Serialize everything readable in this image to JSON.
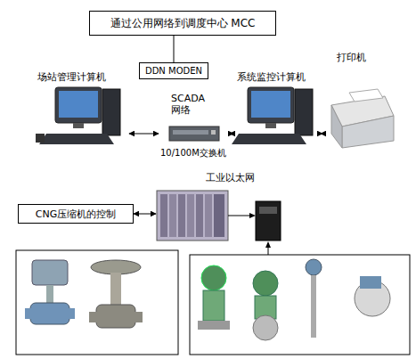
{
  "diagram": {
    "nodes": [
      {
        "text": [
          "通过公用网络到调度中心 MCC"
        ]
      },
      {
        "text": [
          "DDN MODEN"
        ]
      },
      {
        "text": [
          "场站管理计算机"
        ]
      },
      {
        "text": [
          "10/100M交换机"
        ]
      },
      {
        "text": [
          "系统监控计算机"
        ]
      },
      {
        "text": [
          "打印机"
        ]
      },
      {
        "text": [
          "CNG压缩机的控制"
        ]
      },
      {
        "text": [
          "工业以太网"
        ]
      }
    ],
    "edges": [
      {
        "from": 1,
        "to": 0,
        "arrow": "none"
      },
      {
        "from": 2,
        "to": 3,
        "arrow": "both"
      },
      {
        "from": 3,
        "to": 4,
        "arrow": "both"
      },
      {
        "from": 4,
        "to": 5,
        "arrow": "both"
      },
      {
        "from": 6,
        "to": 7,
        "arrow": "both"
      }
    ],
    "labels": [
      "SCADA 网络"
    ]
  }
}
